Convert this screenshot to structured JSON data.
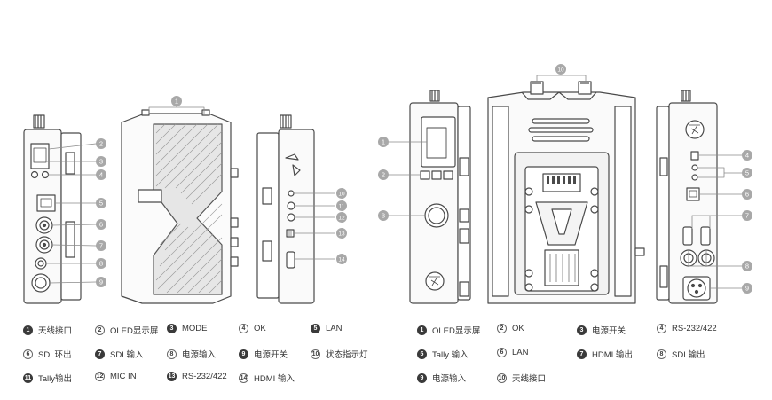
{
  "callout_labels_left": [
    "1",
    "2",
    "3",
    "4",
    "5",
    "6",
    "7",
    "8",
    "9",
    "10",
    "11",
    "12",
    "13",
    "14"
  ],
  "callout_labels_right": [
    "1",
    "2",
    "3",
    "4",
    "5",
    "6",
    "7",
    "8",
    "9",
    "10"
  ],
  "legend_left": [
    {
      "n": "1",
      "text": "天线接口"
    },
    {
      "n": "2",
      "text": "OLED显示屏"
    },
    {
      "n": "3",
      "text": "MODE"
    },
    {
      "n": "4",
      "text": "OK"
    },
    {
      "n": "5",
      "text": "LAN"
    },
    {
      "n": "6",
      "text": "SDI 环出"
    },
    {
      "n": "7",
      "text": "SDI 输入"
    },
    {
      "n": "8",
      "text": "电源输入"
    },
    {
      "n": "9",
      "text": "电源开关"
    },
    {
      "n": "10",
      "text": "状态指示灯"
    },
    {
      "n": "11",
      "text": "Tally输出"
    },
    {
      "n": "12",
      "text": "MIC IN"
    },
    {
      "n": "13",
      "text": "RS-232/422"
    },
    {
      "n": "14",
      "text": "HDMI 输入"
    }
  ],
  "legend_right": [
    {
      "n": "1",
      "text": "OLED显示屏"
    },
    {
      "n": "2",
      "text": "OK"
    },
    {
      "n": "3",
      "text": "电源开关"
    },
    {
      "n": "4",
      "text": "RS-232/422"
    },
    {
      "n": "5",
      "text": "Tally 输入"
    },
    {
      "n": "6",
      "text": "LAN"
    },
    {
      "n": "7",
      "text": "HDMI 输出"
    },
    {
      "n": "8",
      "text": "SDI 输出"
    },
    {
      "n": "9",
      "text": "电源输入"
    },
    {
      "n": "10",
      "text": "天线接口"
    }
  ],
  "colors": {
    "line": "#4a4a4a",
    "callout_fill": "#a8a8a8",
    "callout_text": "#ffffff",
    "body_fill": "#f7f7f7"
  }
}
